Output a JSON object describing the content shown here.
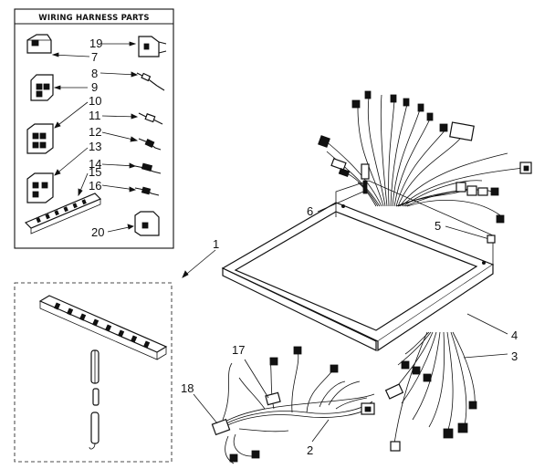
{
  "inset": {
    "title": "WIRING HARNESS PARTS"
  },
  "callouts": {
    "c1": "1",
    "c2": "2",
    "c3": "3",
    "c4": "4",
    "c5": "5",
    "c6": "6",
    "c7": "7",
    "c8": "8",
    "c9": "9",
    "c10": "10",
    "c11": "11",
    "c12": "12",
    "c13": "13",
    "c14": "14",
    "c15": "15",
    "c16": "16",
    "c17": "17",
    "c18": "18",
    "c19": "19",
    "c20": "20"
  }
}
